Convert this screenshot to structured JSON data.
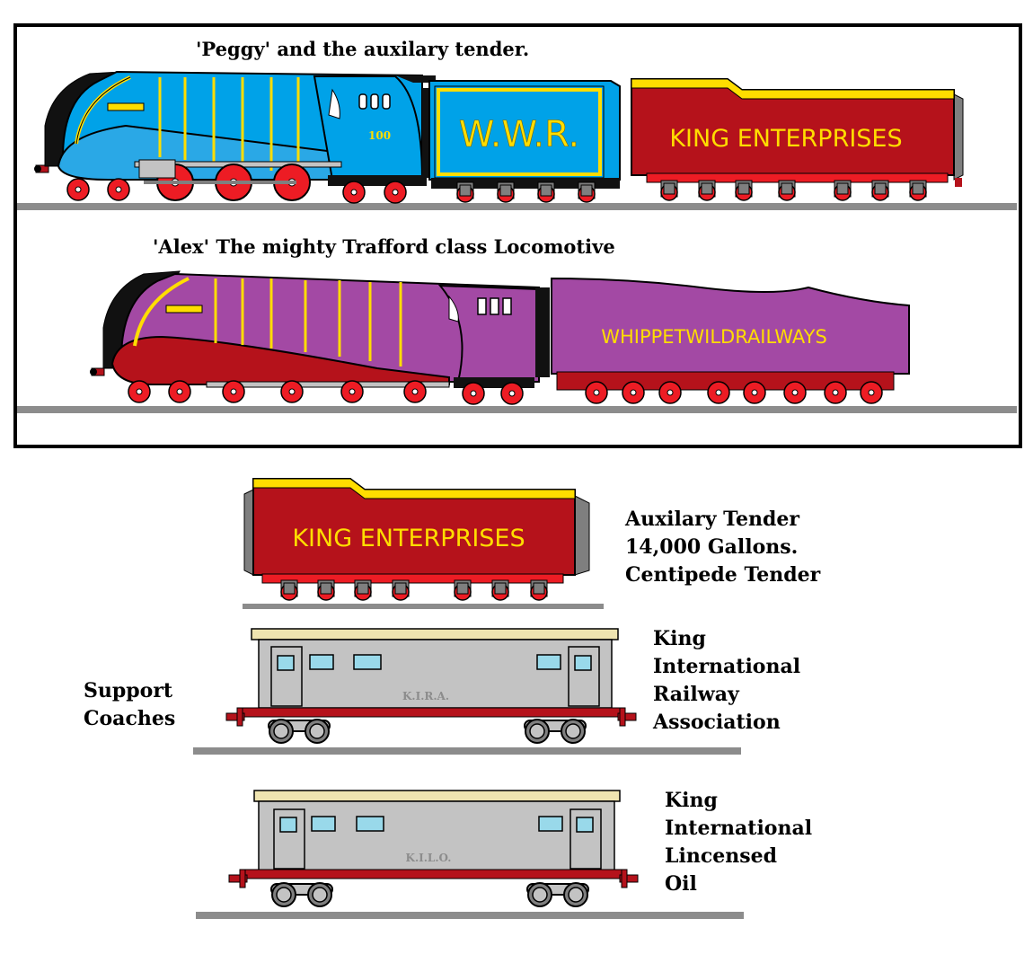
{
  "top_panel": {
    "peggy_caption": "'Peggy' and the auxilary tender.",
    "alex_caption": "'Alex'  The mighty Trafford class Locomotive"
  },
  "peggy": {
    "number": "100",
    "tender_lettering": "W.W.R.",
    "aux_tender_lettering": "KING ENTERPRISES",
    "body_color": "#00a2e8"
  },
  "alex": {
    "tender_lettering": "WHIPPETWILDRAILWAYS",
    "body_color": "#a349a4",
    "skirt_color": "#b5121b"
  },
  "aux_tender": {
    "lettering": "KING ENTERPRISES",
    "label_lines": [
      "Auxilary Tender",
      "14,000 Gallons.",
      "Centipede Tender"
    ],
    "color": "#b5121b"
  },
  "support_coaches": {
    "group_label_lines": [
      "Support",
      "Coaches"
    ],
    "coach1": {
      "marking": "K.I.R.A.",
      "label_lines": [
        "King",
        "International",
        "Railway",
        "Association"
      ]
    },
    "coach2": {
      "marking": "K.I.L.O.",
      "label_lines": [
        "King",
        "International",
        "Lincensed",
        "Oil"
      ]
    }
  },
  "colors": {
    "wheel_red": "#ed1c24",
    "stripe_yellow": "#ffdd00",
    "rail_gray": "#8c8c8c",
    "coach_gray": "#c3c3c3",
    "coach_roof": "#efe4b0"
  }
}
